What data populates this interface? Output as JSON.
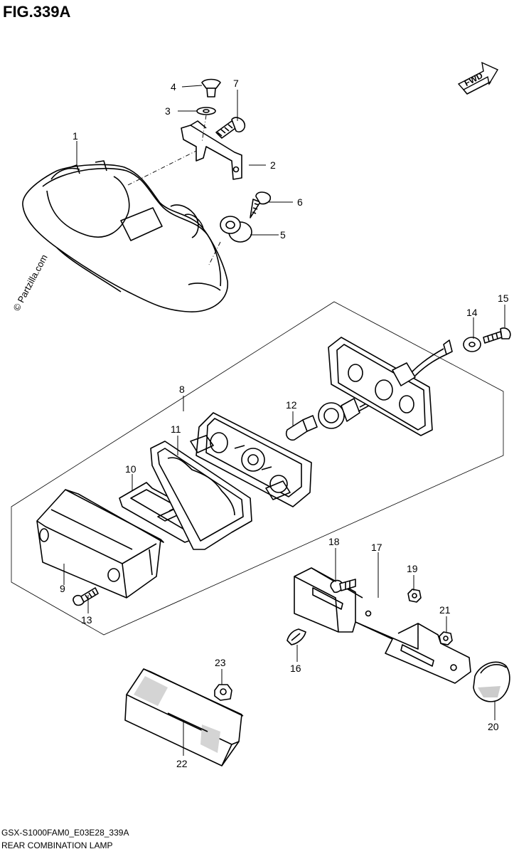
{
  "figure": {
    "title": "FIG.339A",
    "watermark": "© Partzilla.com",
    "fwd_label": "FWD",
    "model_code": "GSX-S1000FAM0_E03E28_339A",
    "caption": "REAR COMBINATION LAMP"
  },
  "callouts": [
    "1",
    "2",
    "3",
    "4",
    "5",
    "6",
    "7",
    "8",
    "9",
    "10",
    "11",
    "12",
    "13",
    "14",
    "15",
    "16",
    "17",
    "18",
    "19",
    "20",
    "21",
    "22",
    "23"
  ]
}
